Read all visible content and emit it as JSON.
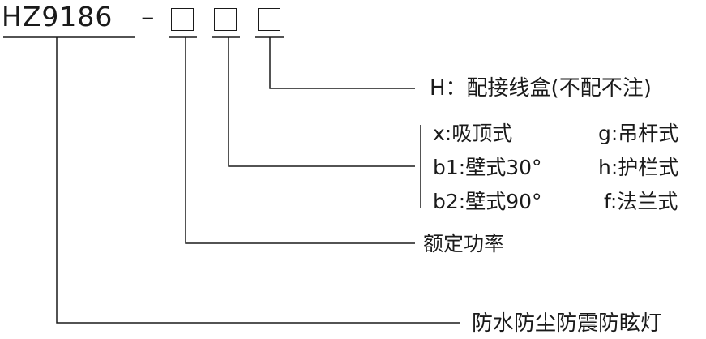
{
  "model": {
    "code": "HZ9186",
    "separator": "–"
  },
  "fields": [
    {
      "label": "H：配接线盒(不配不注)"
    },
    {
      "options_left": [
        "x:吸顶式",
        "b1:壁式30°",
        "b2:壁式90°"
      ],
      "options_right": [
        "g:吊杆式",
        "h:护栏式",
        "f:法兰式"
      ]
    },
    {
      "label": "额定功率"
    },
    {
      "label": "防水防尘防震防眩灯"
    }
  ]
}
